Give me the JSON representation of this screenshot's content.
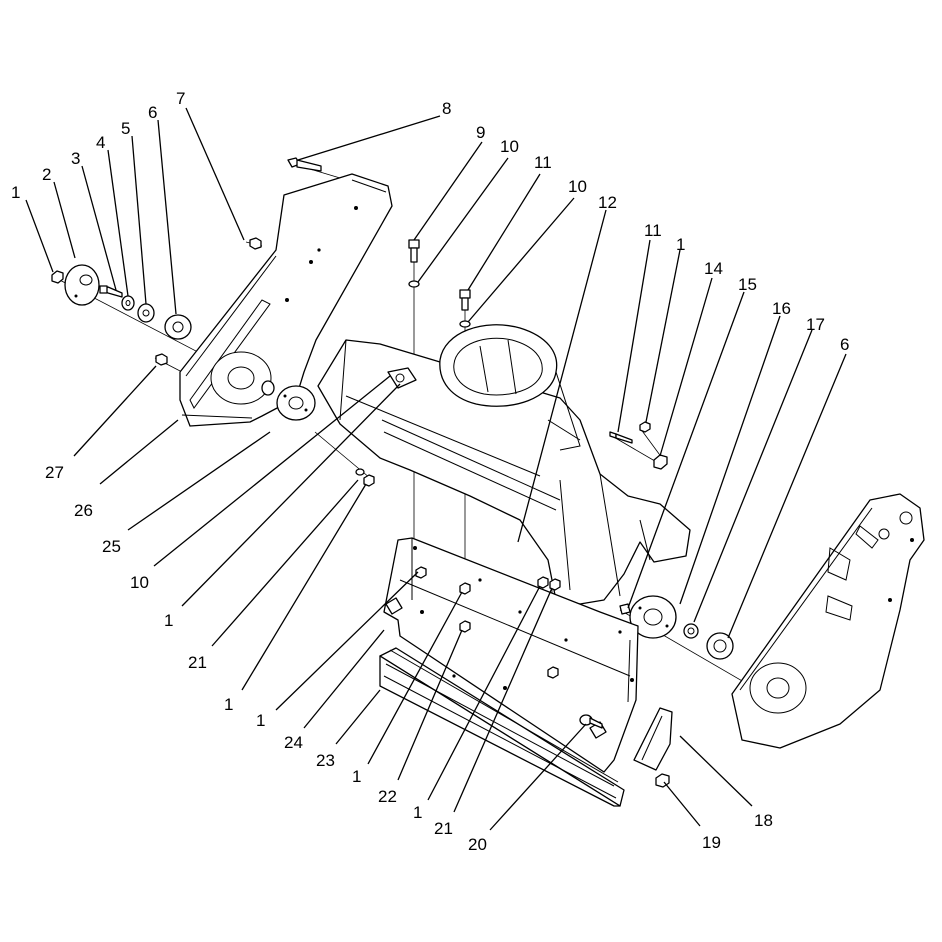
{
  "diagram": {
    "callouts": [
      {
        "id": "c-1a",
        "text": "1"
      },
      {
        "id": "c-2",
        "text": "2"
      },
      {
        "id": "c-3",
        "text": "3"
      },
      {
        "id": "c-4",
        "text": "4"
      },
      {
        "id": "c-5",
        "text": "5"
      },
      {
        "id": "c-6a",
        "text": "6"
      },
      {
        "id": "c-7",
        "text": "7"
      },
      {
        "id": "c-8",
        "text": "8"
      },
      {
        "id": "c-9",
        "text": "9"
      },
      {
        "id": "c-10a",
        "text": "10"
      },
      {
        "id": "c-11a",
        "text": "11"
      },
      {
        "id": "c-10b",
        "text": "10"
      },
      {
        "id": "c-12",
        "text": "12"
      },
      {
        "id": "c-11b",
        "text": "11"
      },
      {
        "id": "c-1b",
        "text": "1"
      },
      {
        "id": "c-14",
        "text": "14"
      },
      {
        "id": "c-15",
        "text": "15"
      },
      {
        "id": "c-16",
        "text": "16"
      },
      {
        "id": "c-17",
        "text": "17"
      },
      {
        "id": "c-6b",
        "text": "6"
      },
      {
        "id": "c-27",
        "text": "27"
      },
      {
        "id": "c-26",
        "text": "26"
      },
      {
        "id": "c-25",
        "text": "25"
      },
      {
        "id": "c-10c",
        "text": "10"
      },
      {
        "id": "c-1c",
        "text": "1"
      },
      {
        "id": "c-21a",
        "text": "21"
      },
      {
        "id": "c-1d",
        "text": "1"
      },
      {
        "id": "c-1e",
        "text": "1"
      },
      {
        "id": "c-24",
        "text": "24"
      },
      {
        "id": "c-23",
        "text": "23"
      },
      {
        "id": "c-1f",
        "text": "1"
      },
      {
        "id": "c-22",
        "text": "22"
      },
      {
        "id": "c-1g",
        "text": "1"
      },
      {
        "id": "c-21b",
        "text": "21"
      },
      {
        "id": "c-20",
        "text": "20"
      },
      {
        "id": "c-19",
        "text": "19"
      },
      {
        "id": "c-18",
        "text": "18"
      }
    ]
  }
}
